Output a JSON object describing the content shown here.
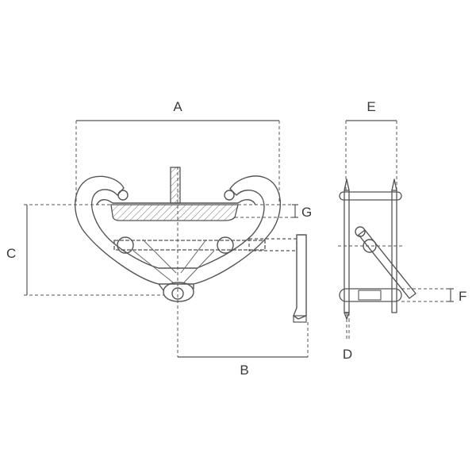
{
  "diagram": {
    "dimension_labels": {
      "a": "A",
      "b": "B",
      "c": "C",
      "d": "D",
      "e": "E",
      "f": "F",
      "g": "G"
    },
    "colors": {
      "line": "#555555",
      "text": "#3a3a3a",
      "background": "#ffffff"
    }
  }
}
